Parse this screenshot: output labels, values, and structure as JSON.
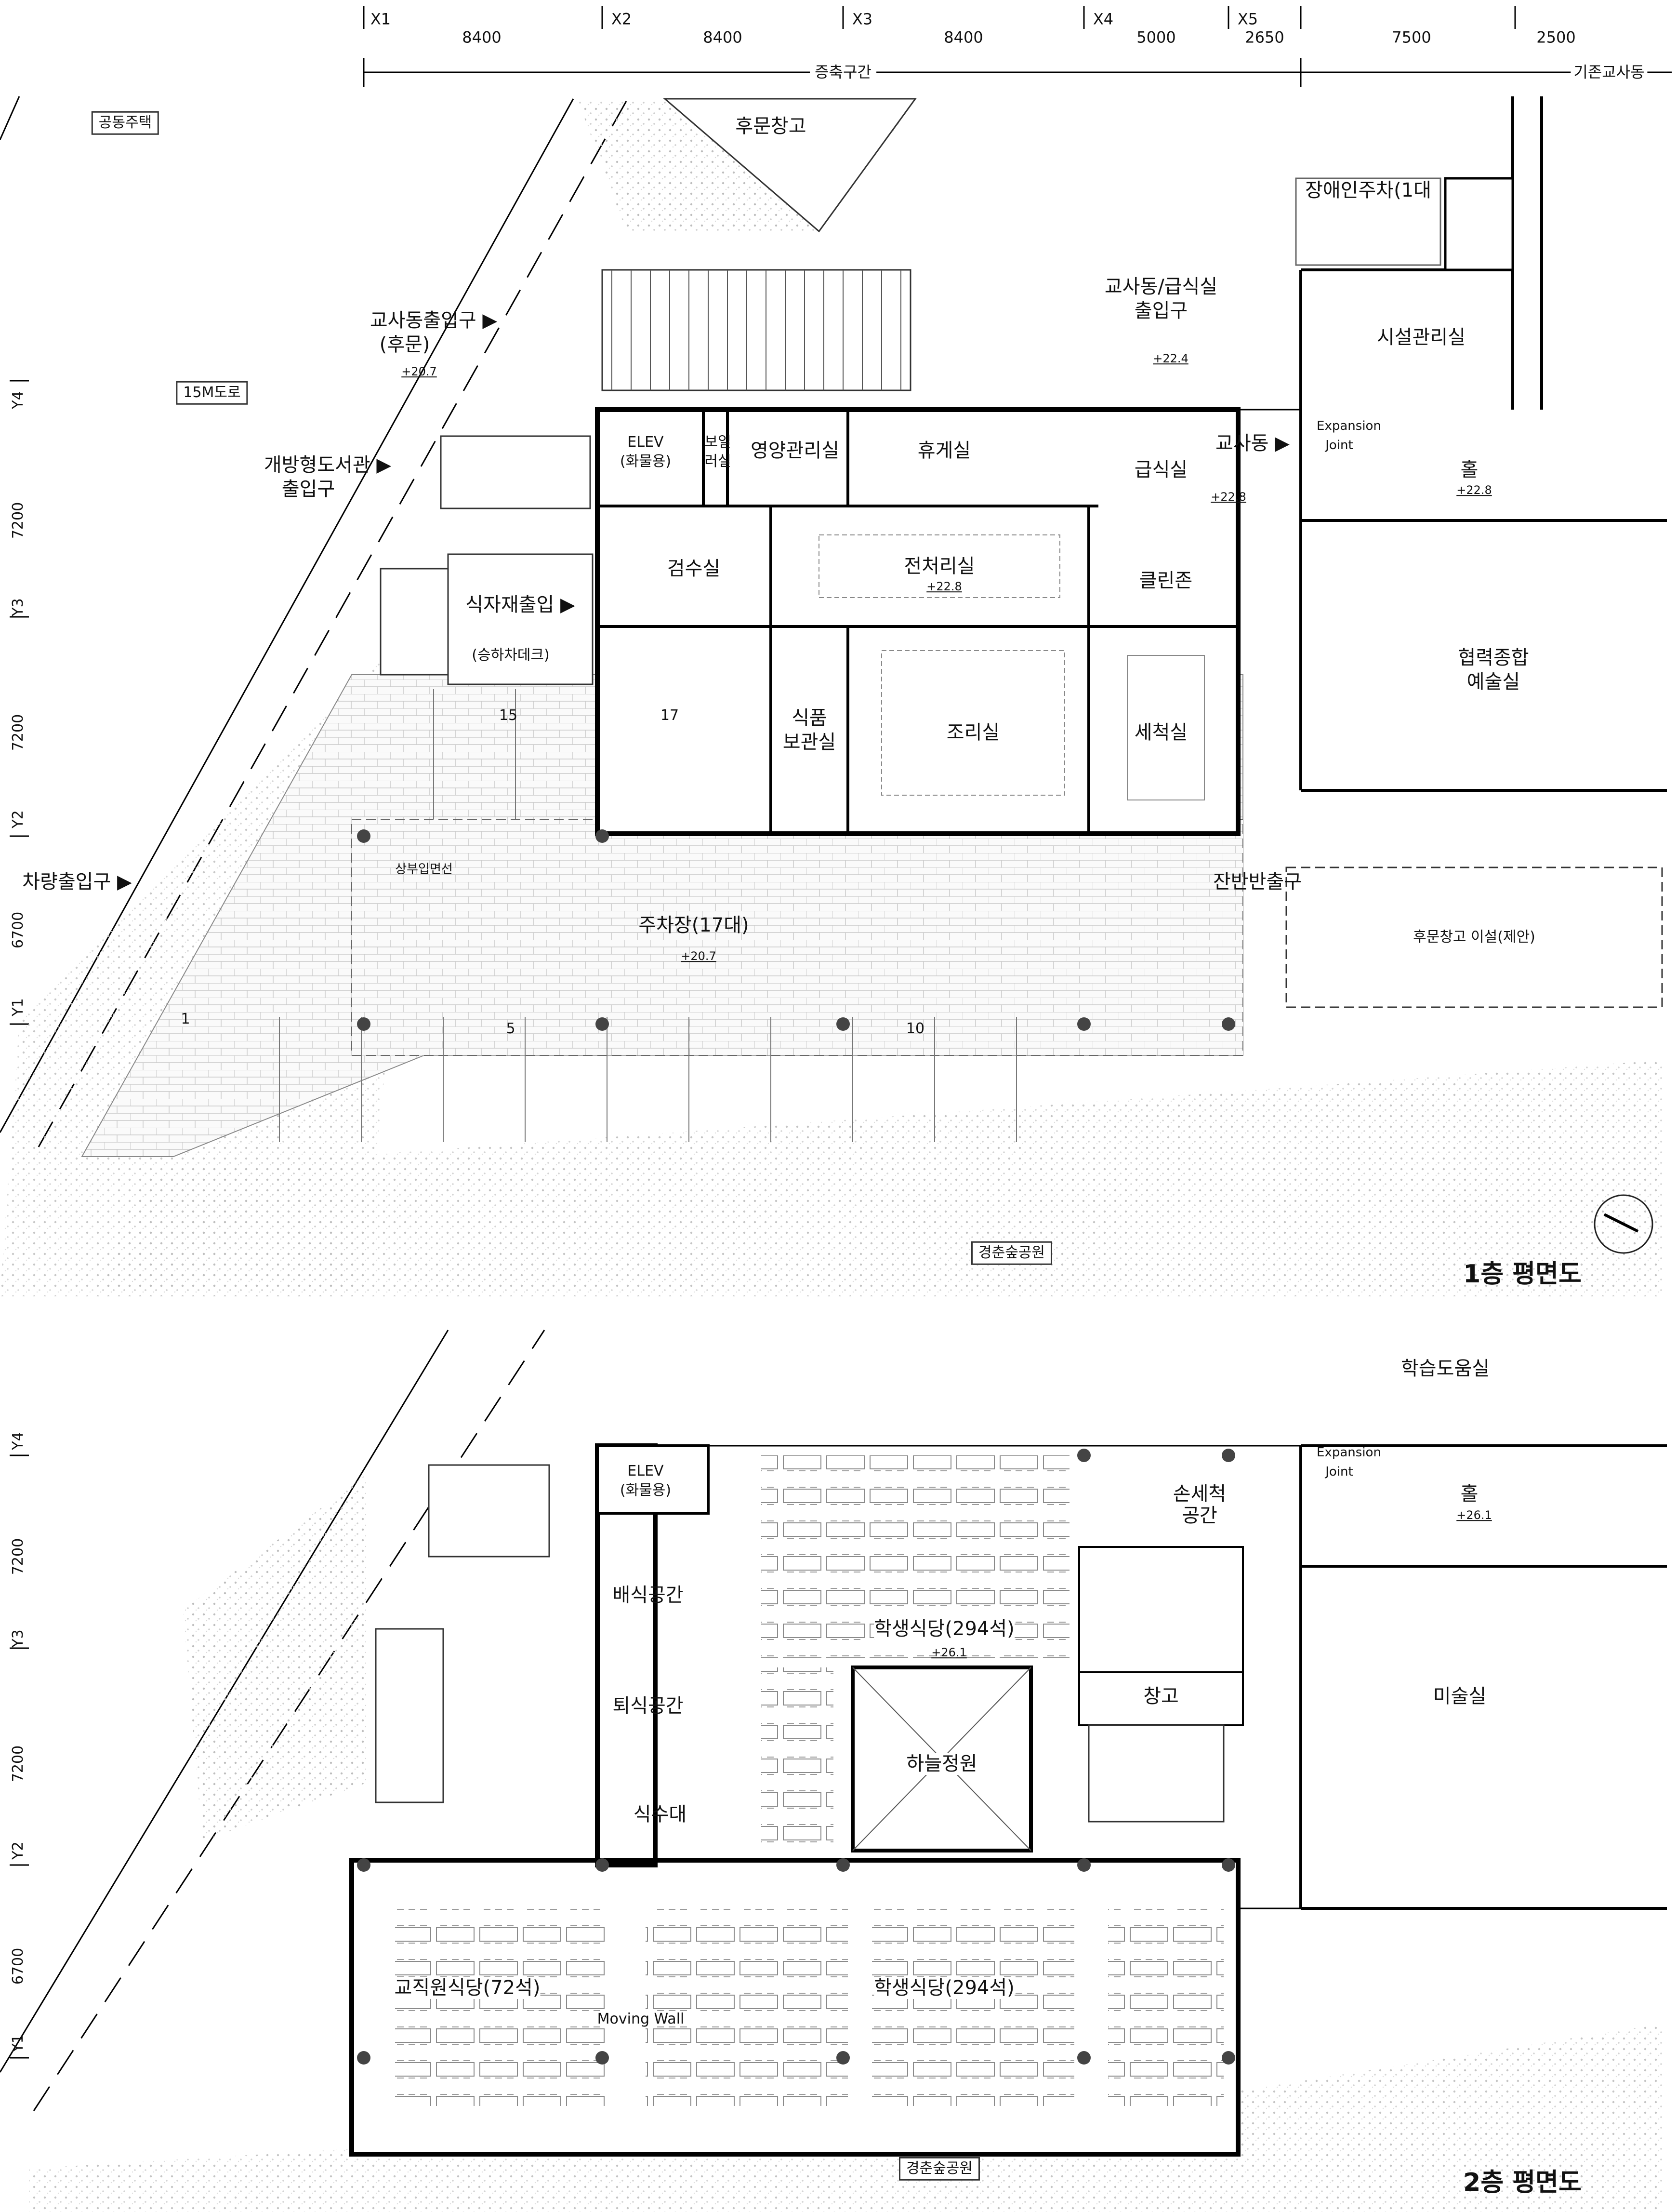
{
  "grid": {
    "x_axes": [
      "X1",
      "X2",
      "X3",
      "X4",
      "X5"
    ],
    "x_spans": [
      "8400",
      "8400",
      "8400",
      "5000",
      "2650",
      "7500",
      "2500"
    ],
    "y_axes": [
      "Y4",
      "Y3",
      "Y2",
      "Y1"
    ],
    "y_spans": [
      "7200",
      "7200",
      "6700"
    ],
    "zone_new": "증축구간",
    "zone_existing": "기존교사동"
  },
  "floor1": {
    "title": "1층 평면도",
    "rooms": {
      "apartment": "공동주택",
      "warehouse": "후문창고",
      "road": "15M도로",
      "entry_school": "교사동출입구 ▶",
      "entry_school_sub": "(후문)",
      "entry_library": "개방형도서관 ▶",
      "entry_library_sub": "출입구",
      "entry_car": "차량출입구 ▶",
      "disabled_parking": "장애인주차(1대",
      "entry_meal": "교사동/급식실",
      "entry_meal_sub": "출입구",
      "facility": "시설관리실",
      "expansion": "Expansion",
      "joint": "Joint",
      "hall": "홀",
      "school_bldg": "교사동 ▶",
      "serving": "급식실",
      "elev": "ELEV",
      "elev_sub": "(화물용)",
      "boiler": "보일",
      "boiler_sub": "러실",
      "nutrition": "영양관리실",
      "lounge": "휴게실",
      "inspection": "검수실",
      "prep": "전처리실",
      "cleanzone": "클린존",
      "arts": "협력종합",
      "arts_sub": "예술실",
      "food_store": "식품",
      "food_store_sub": "보관실",
      "cooking": "조리실",
      "washing": "세척실",
      "ingredient": "식자재출입 ▶",
      "deck": "(승하차데크)",
      "parking": "주차장(17대)",
      "upper_line": "상부입면선",
      "leftover": "잔반반출구",
      "warehouse_move": "후문창고 이설(제안)",
      "park": "경춘숲공원"
    },
    "levels": {
      "l1": "+20.7",
      "l2": "+22.4",
      "l3": "+22.8",
      "l4": "+22.8",
      "l5": "+22.8",
      "l6": "+20.7"
    },
    "parking_nums": [
      "15",
      "17",
      "1",
      "5",
      "10"
    ]
  },
  "floor2": {
    "title": "2층 평면도",
    "rooms": {
      "study": "학습도움실",
      "hall": "홀",
      "expansion": "Expansion",
      "joint": "Joint",
      "elev": "ELEV",
      "elev_sub": "(화물용)",
      "wash": "손세척",
      "wash_sub": "공간",
      "serve": "배식공간",
      "return": "퇴식공간",
      "student_dining_top": "학생식당(294석)",
      "storage": "창고",
      "art": "미술실",
      "sky_garden": "하늘정원",
      "sink": "식수대",
      "staff_dining": "교직원식당(72석)",
      "student_dining_bottom": "학생식당(294석)",
      "moving_wall": "Moving Wall",
      "park": "경춘숲공원"
    },
    "levels": {
      "l1": "+26.1",
      "l2": "+26.1"
    }
  }
}
